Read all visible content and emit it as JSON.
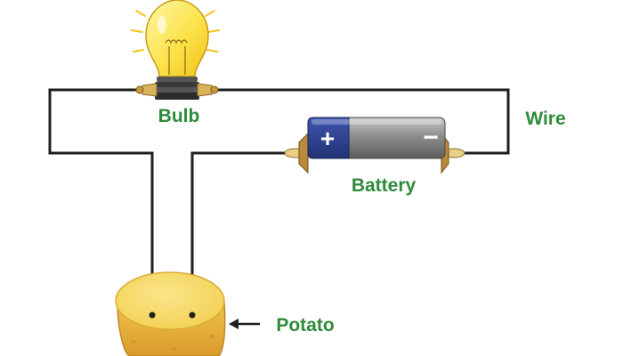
{
  "labels": {
    "bulb": "Bulb",
    "wire": "Wire",
    "battery": "Battery",
    "potato": "Potato"
  },
  "battery_terminals": {
    "positive": "+",
    "negative": "−"
  },
  "colors": {
    "label_green": "#2e8b3a",
    "wire": "#1f1f1f",
    "bulb_glass": "#fbe34a",
    "bulb_glow": "#f5c21b",
    "battery_blue": "#2d3e8c",
    "battery_gray": "#8a8a8a",
    "potato_top": "#f3d257",
    "potato_skin": "#e8b43a"
  },
  "icons": {
    "bulb": "light-bulb-icon",
    "battery": "battery-icon",
    "potato": "potato-icon",
    "arrow": "left-arrow-icon"
  }
}
